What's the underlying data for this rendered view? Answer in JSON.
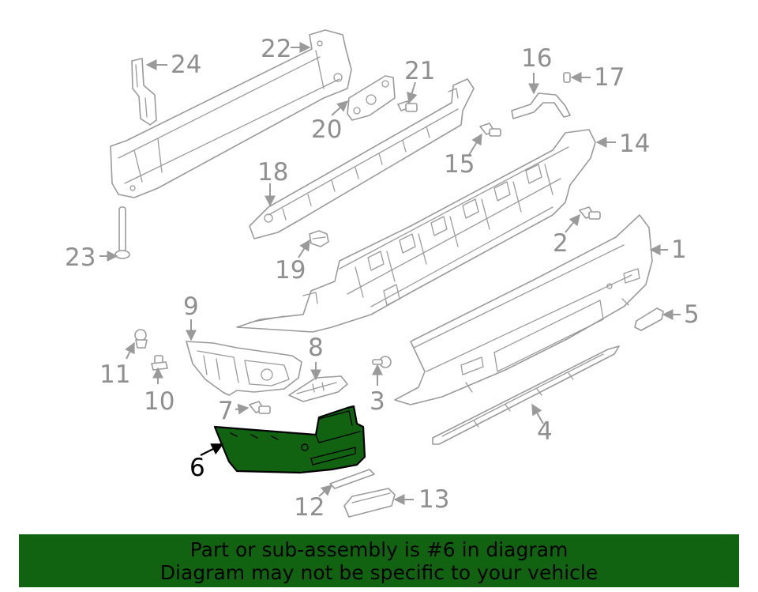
{
  "callouts": {
    "c1": "1",
    "c2": "2",
    "c3": "3",
    "c4": "4",
    "c5": "5",
    "c6": "6",
    "c7": "7",
    "c8": "8",
    "c9": "9",
    "c10": "10",
    "c11": "11",
    "c12": "12",
    "c13": "13",
    "c14": "14",
    "c15": "15",
    "c16": "16",
    "c17": "17",
    "c18": "18",
    "c19": "19",
    "c20": "20",
    "c21": "21",
    "c22": "22",
    "c23": "23",
    "c24": "24"
  },
  "highlighted_part": "6",
  "banner": {
    "line1": "Part or sub-assembly is #6 in diagram",
    "line2": "Diagram may not be specific to your vehicle"
  },
  "colors": {
    "highlight": "#116311",
    "part_stroke": "#9a9a9a",
    "label": "#8f8f8f",
    "background": "#ffffff"
  }
}
